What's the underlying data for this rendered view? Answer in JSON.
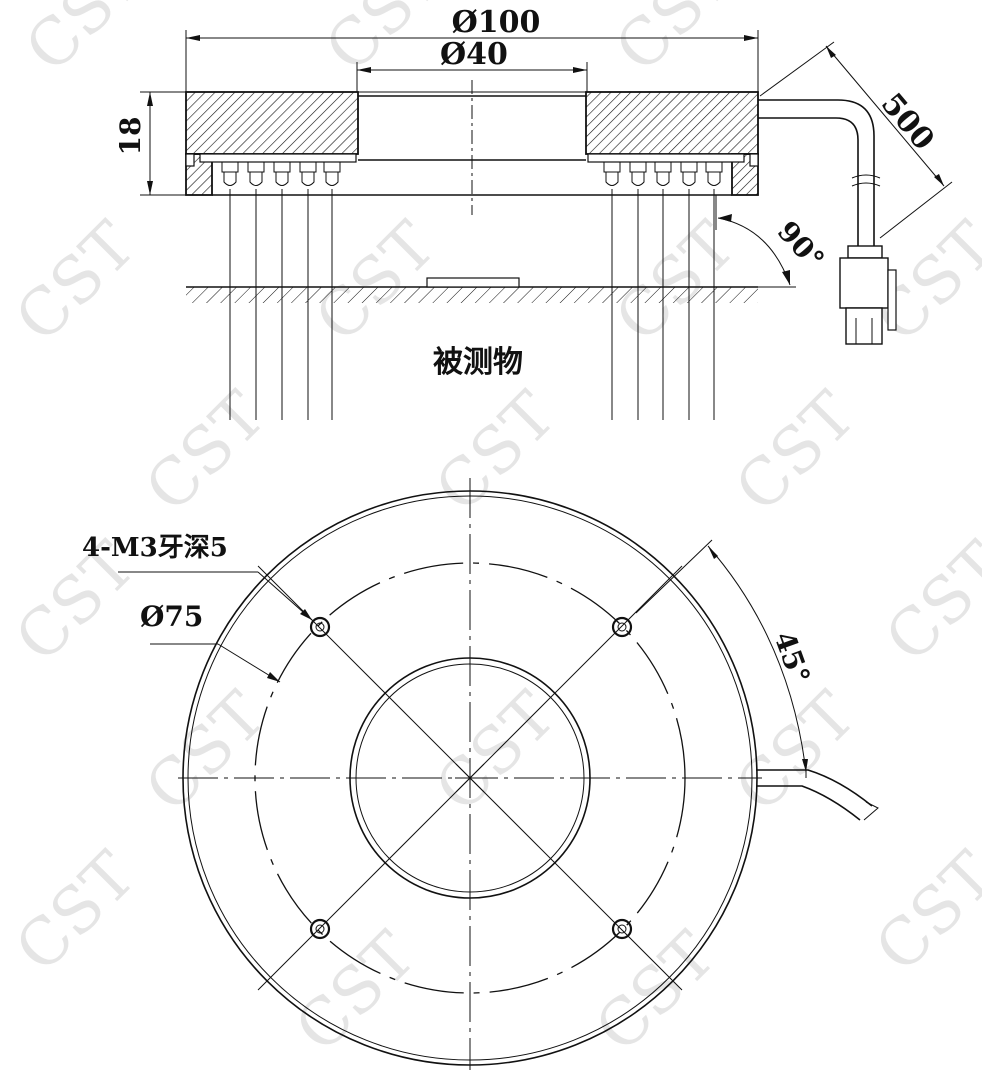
{
  "side_view": {
    "dim_outer_diameter": "Ø100",
    "dim_inner_diameter": "Ø40",
    "dim_height": "18",
    "dim_cable_length": "500",
    "dim_angle": "90°",
    "object_label": "被测物"
  },
  "top_view": {
    "hole_spec": "4-M3牙深5",
    "dim_bolt_circle": "Ø75",
    "dim_hole_angle": "45°"
  },
  "watermark": {
    "text": "CST"
  },
  "colors": {
    "line": "#111111",
    "watermark": "#d0d0d0",
    "background": "#ffffff"
  }
}
